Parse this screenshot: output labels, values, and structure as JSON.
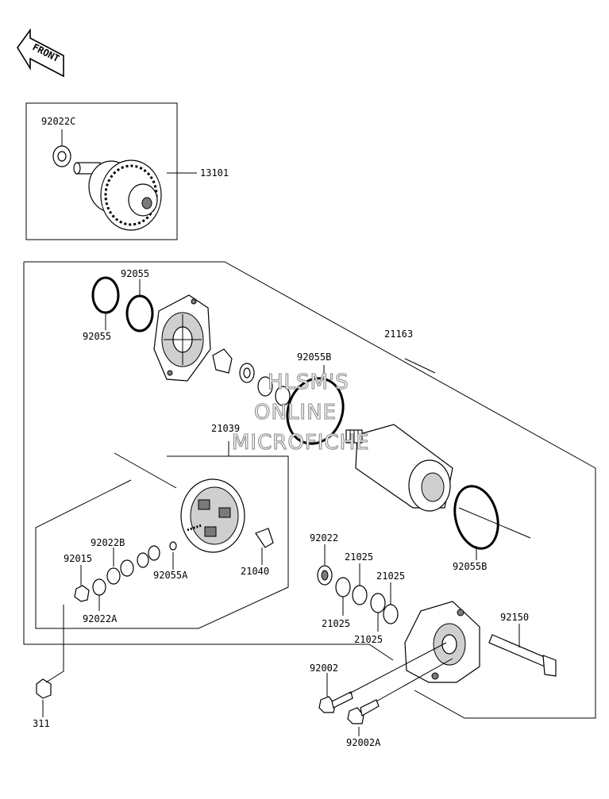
{
  "front_badge": "FRONT",
  "watermark": [
    "HLSM'S",
    "ONLINE",
    "MICROFICHE"
  ],
  "labels": {
    "p92022C": "92022C",
    "p13101": "13101",
    "p92055_top": "92055",
    "p92055_left": "92055",
    "p21163": "21163",
    "p92055B_top": "92055B",
    "p21039": "21039",
    "p92022B": "92022B",
    "p92015": "92015",
    "p92055A": "92055A",
    "p21040": "21040",
    "p92022A": "92022A",
    "p311": "311",
    "p92022": "92022",
    "p21025_a": "21025",
    "p21025_b": "21025",
    "p21025_c": "21025",
    "p21025_d": "21025",
    "p92055B_bottom": "92055B",
    "p92150": "92150",
    "p92002": "92002",
    "p92002A": "92002A"
  }
}
